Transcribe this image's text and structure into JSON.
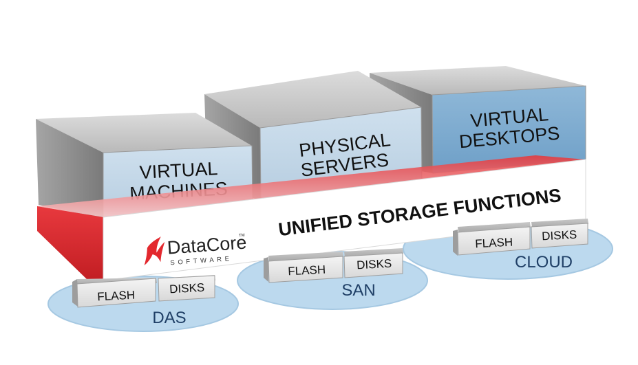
{
  "workloads": [
    {
      "line1": "VIRTUAL",
      "line2": "MACHINES"
    },
    {
      "line1": "PHYSICAL",
      "line2": "SERVERS"
    },
    {
      "line1": "VIRTUAL",
      "line2": "DESKTOPS"
    }
  ],
  "storage_layer": {
    "title": "UNIFIED STORAGE FUNCTIONS",
    "logo_name": "DataCore",
    "logo_tm": "TM",
    "logo_sub": "SOFTWARE"
  },
  "pools": [
    {
      "label": "DAS",
      "flash": "FLASH",
      "disks": "DISKS"
    },
    {
      "label": "SAN",
      "flash": "FLASH",
      "disks": "DISKS"
    },
    {
      "label": "CLOUD",
      "flash": "FLASH",
      "disks": "DISKS"
    }
  ],
  "colors": {
    "box_top": "#c9c9c9",
    "box_side": "#8e8e8e",
    "face_light_blue": "#c2d6e6",
    "face_blue": "#7fabd0",
    "red": "#e3282e",
    "dark_red": "#b71c20",
    "ellipse": "#bcd9ee",
    "text": "#111111",
    "pool_label": "#1f3f66"
  }
}
